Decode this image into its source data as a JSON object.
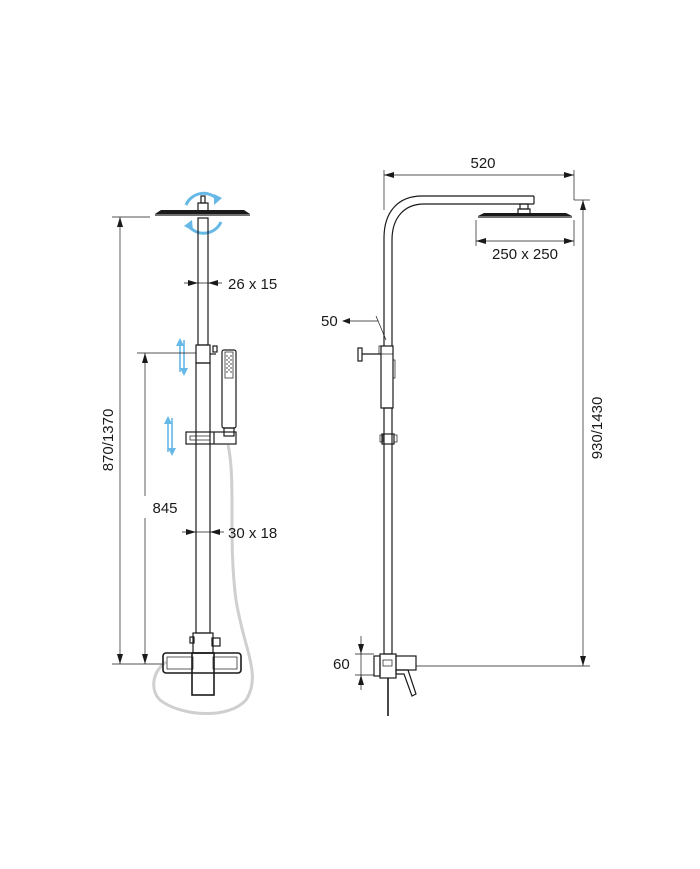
{
  "front_view": {
    "total_height": "870/1370",
    "slide_height": "845",
    "upper_pipe_size": "26 x 15",
    "lower_pipe_size": "30 x 18"
  },
  "side_view": {
    "arm_length": "520",
    "head_size": "250 x 250",
    "offset": "50",
    "total_height": "930/1430",
    "valve_height": "60"
  },
  "colors": {
    "lines": "#1a1a1a",
    "hose": "#cfcfcf",
    "adjust_arrows": "#66b8e6"
  },
  "icons": [
    "rotate-icon",
    "adjust-height-arrow-icon"
  ]
}
